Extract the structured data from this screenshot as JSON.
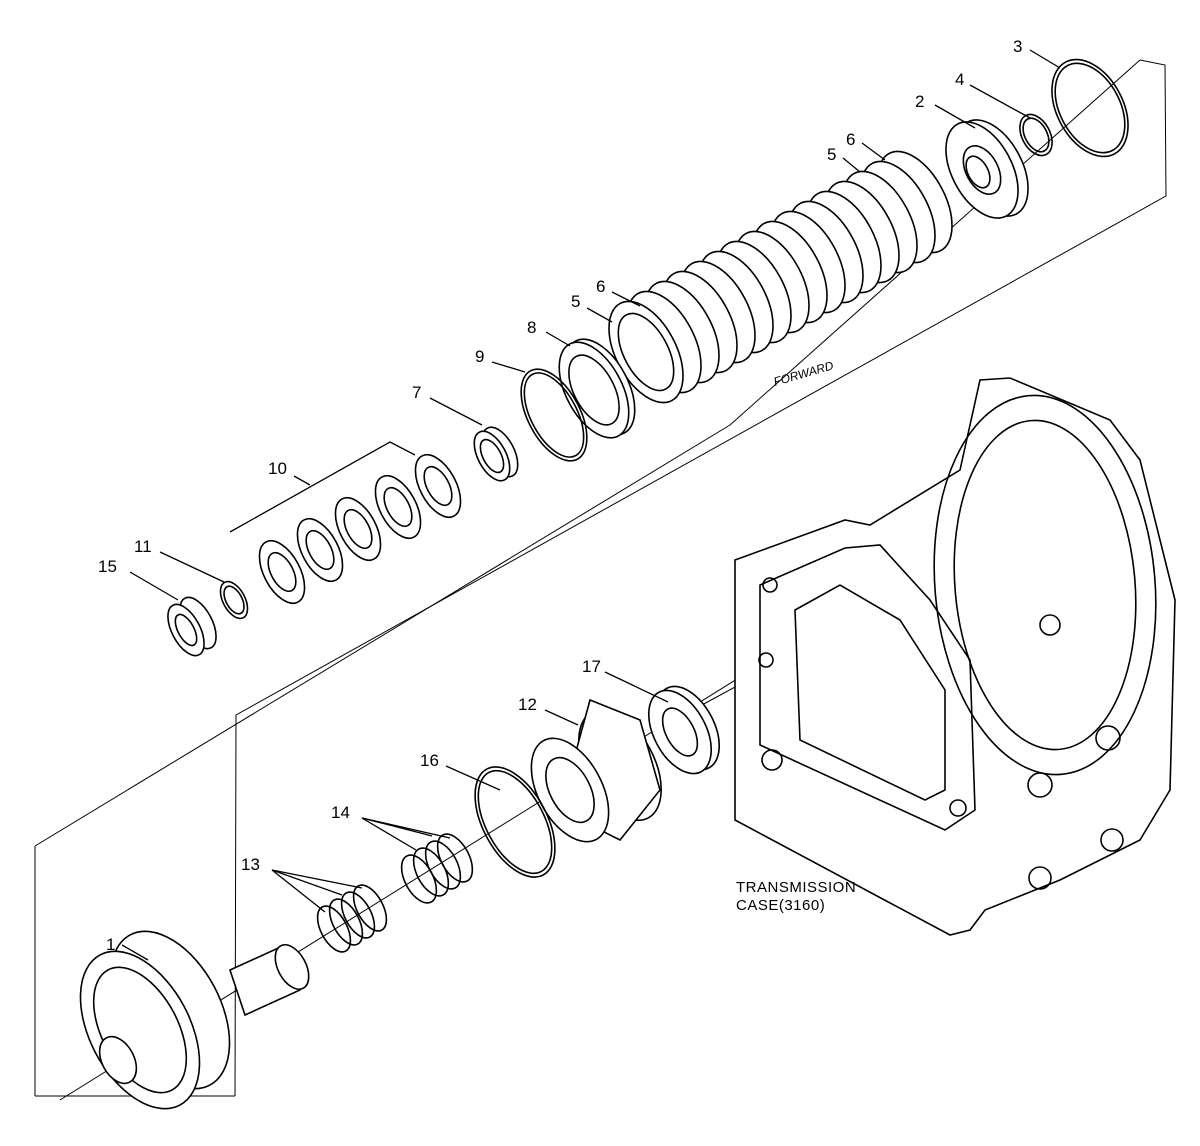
{
  "diagram": {
    "callouts": {
      "c1": "1",
      "c2": "2",
      "c3": "3",
      "c4": "4",
      "c5a": "5",
      "c5b": "5",
      "c6a": "6",
      "c6b": "6",
      "c7": "7",
      "c8": "8",
      "c9": "9",
      "c10": "10",
      "c11": "11",
      "c12": "12",
      "c13": "13",
      "c14": "14",
      "c15": "15",
      "c16": "16",
      "c17": "17"
    },
    "direction_label": "FORWARD",
    "case_label": {
      "line1": "TRANSMISSION",
      "line2": "CASE(3160)"
    }
  }
}
